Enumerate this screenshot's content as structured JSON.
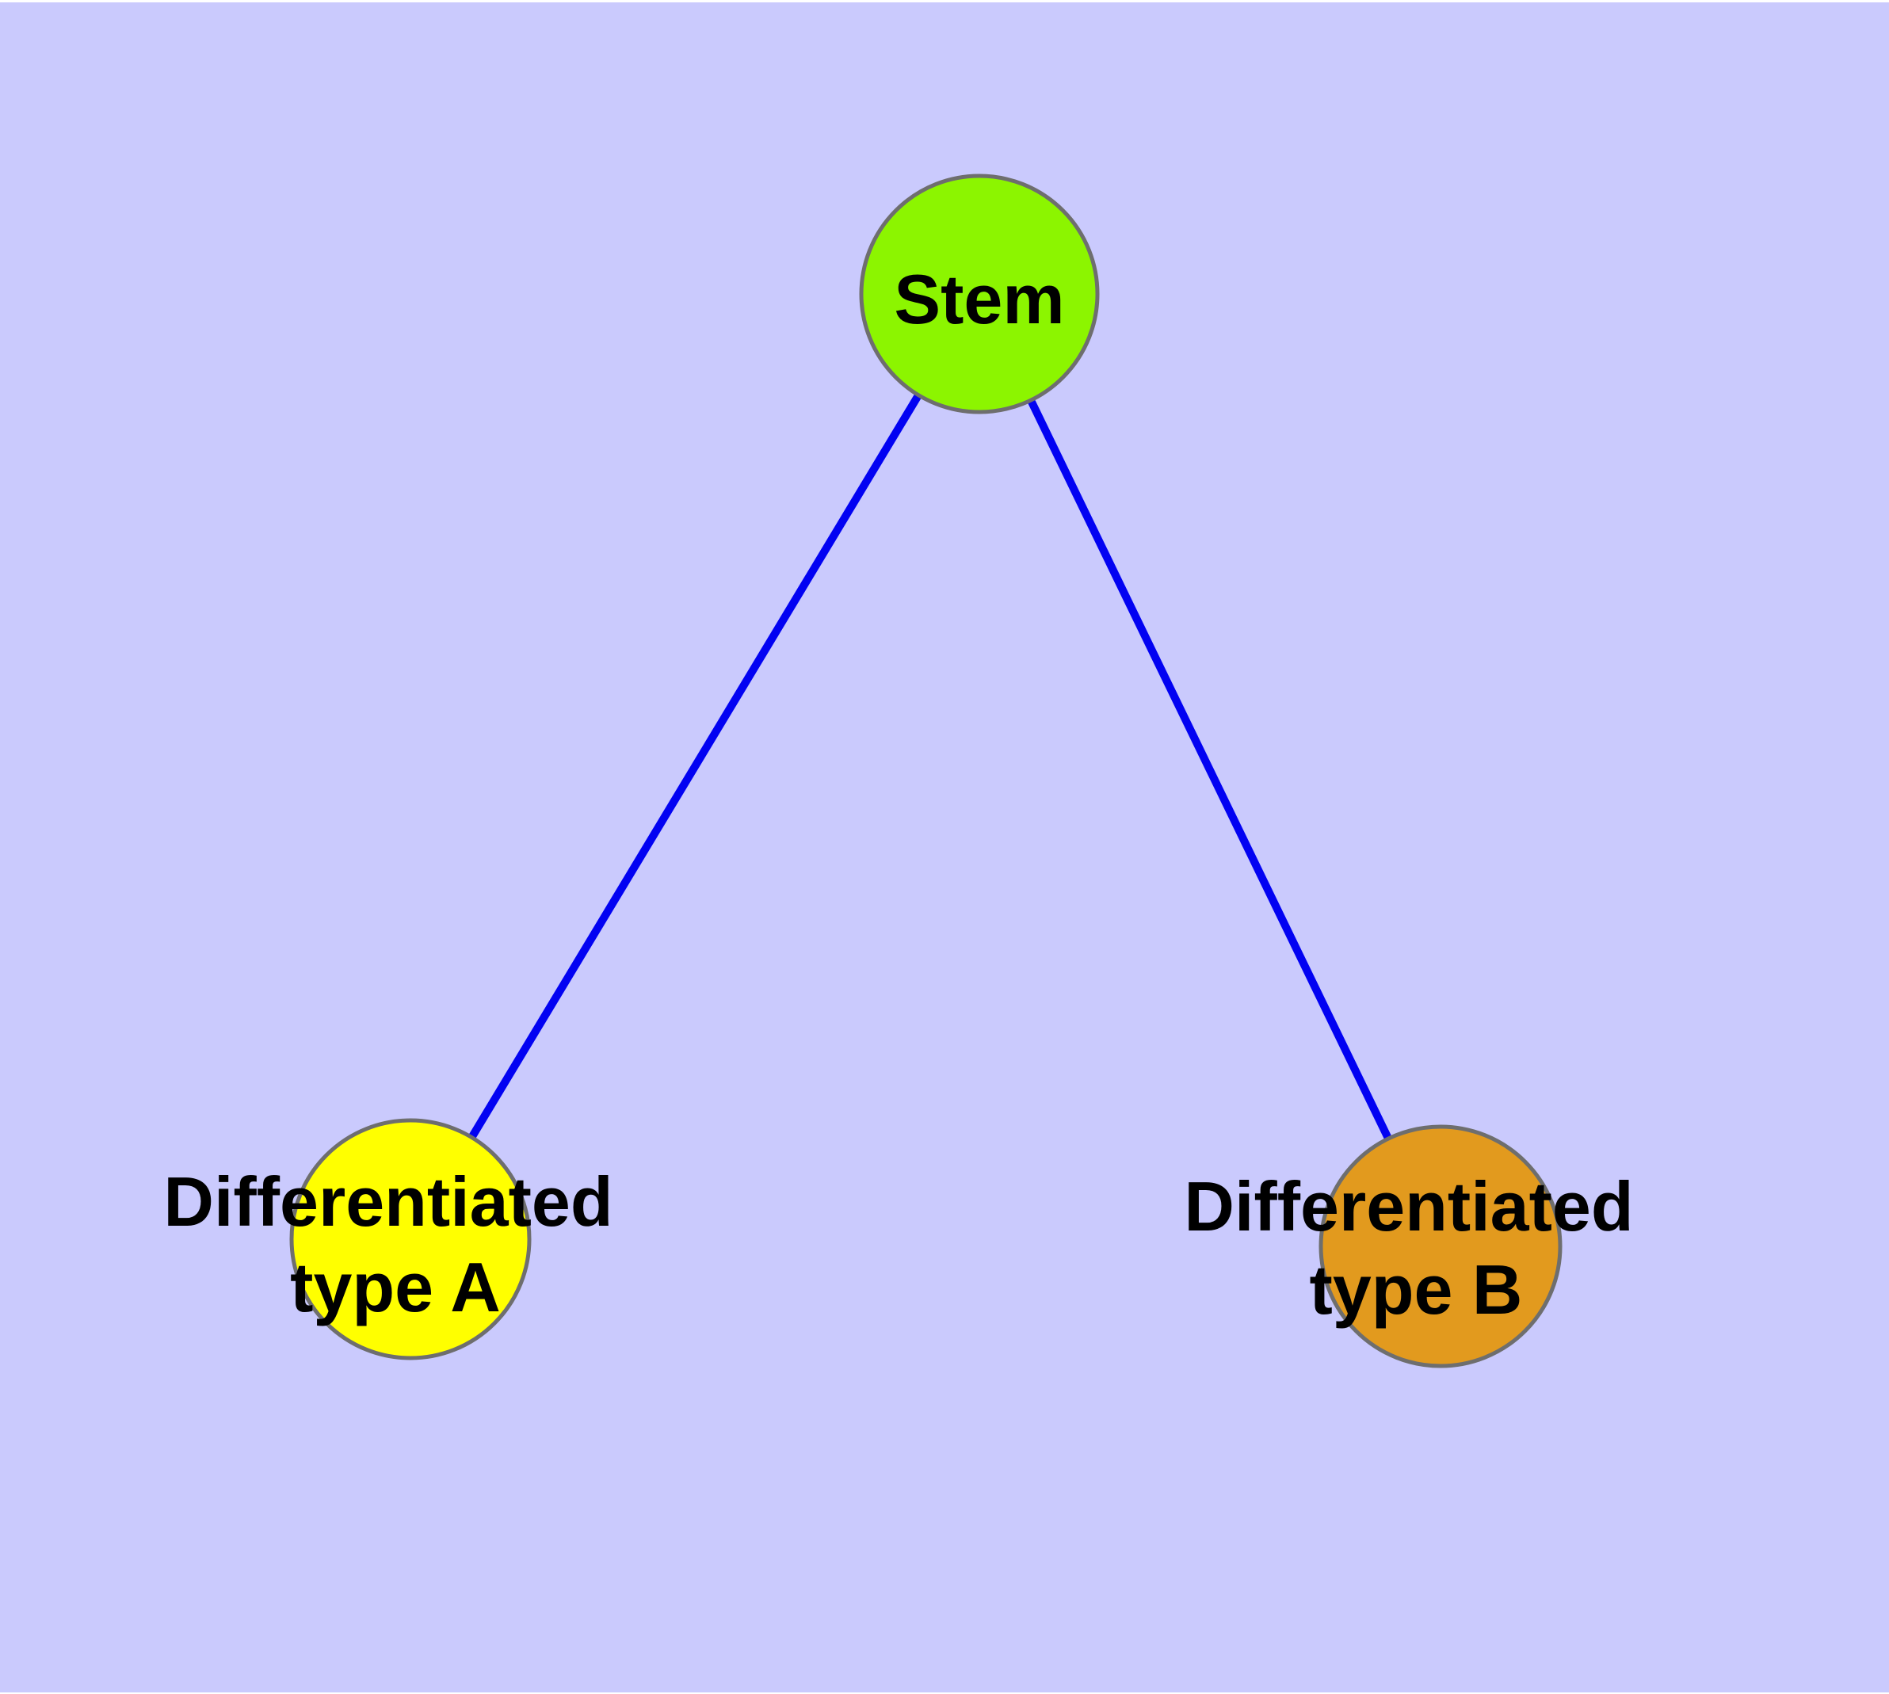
{
  "diagram": {
    "type": "node-link-graph",
    "background_color": "#CACAFD",
    "margin_color": "#FFFFFF",
    "edge_color": "#0202F2",
    "node_border_color": "#6E6E6E",
    "nodes": [
      {
        "id": "stem",
        "shape": "circle",
        "fill_color": "#8CF500",
        "label": "Stem"
      },
      {
        "id": "differentiated-type-a",
        "shape": "circle",
        "fill_color": "#FFFF00",
        "label_line1": "Differentiated",
        "label_line2": "type A"
      },
      {
        "id": "differentiated-type-b",
        "shape": "circle",
        "fill_color": "#E29A1E",
        "label_line1": "Differentiated",
        "label_line2": "type B"
      }
    ],
    "edges": [
      {
        "from": "Stem",
        "to": "Differentiated type A"
      },
      {
        "from": "Stem",
        "to": "Differentiated type B"
      }
    ]
  }
}
